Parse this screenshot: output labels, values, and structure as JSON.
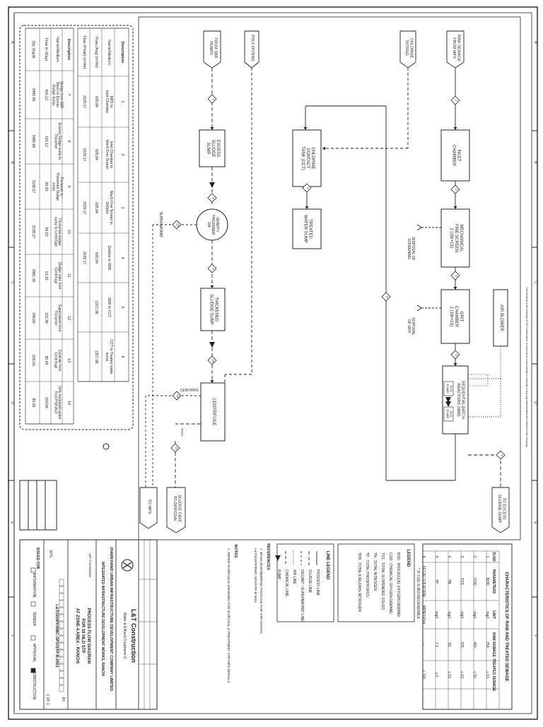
{
  "feed_labels": {
    "from_sbr_pumps": [
      "FROM SBR",
      "PUMPS"
    ],
    "poly_dosing": [
      "POLY DOSING"
    ],
    "chlorine_dosing": [
      "CHLORINE",
      "DOSING"
    ],
    "raw_sewage": [
      "RAW SEWAGE",
      "FROM MPS"
    ]
  },
  "process_units": {
    "inlet_chamber": [
      "INLET",
      "CHAMBER"
    ],
    "fine_screen": [
      "MECHANICAL",
      "FINE SCREEN",
      "2 (1W+1S)"
    ],
    "grit_chamber": [
      "GRIT",
      "CHAMBER",
      "2 (1W+1S)"
    ],
    "sbr": [
      "SEQUENTIAL BATCH",
      "REACTORS (SBR)"
    ],
    "ras_pump": [
      "RAS",
      "PUMP"
    ],
    "sas_pump": [
      "SAS",
      "PUMP"
    ],
    "cct": [
      "CHLORINE",
      "CONTACT",
      "TANK (CCT)"
    ],
    "treated_water_sump": [
      "TREATED",
      "WATER SUMP"
    ],
    "excess_sludge_sump": [
      "EXCESS",
      "SLUDGE",
      "SUMP"
    ],
    "gravity_thickener": [
      "GRAVITY",
      "THICKENER",
      "1W"
    ],
    "thickened_sludge_sump": [
      "THICKENED",
      "SLUDGE SUMP"
    ],
    "centrifuge": [
      "CENTRIFUGE"
    ]
  },
  "side_labels": {
    "air_blower": "AIR BLOWER",
    "screening": [
      "DISPOSAL OF",
      "SCREENING"
    ],
    "grit": [
      "DISPOSAL",
      "OF GRIT"
    ],
    "supernatant": "SUPERNATANT",
    "centrate": "CENTRATE",
    "to_mps": "TO MPS",
    "sludge_cake": [
      "SLUDGE CAKE",
      "TO DISPOSAL"
    ],
    "to_excess_sludge_sump": [
      "TO EXCESS",
      "SLUDGE SUMP"
    ],
    "poly_short": "POLY"
  },
  "stream_numbers": [
    "1",
    "2",
    "3",
    "4",
    "5",
    "6",
    "7",
    "8",
    "9",
    "10",
    "11",
    "12",
    "13",
    "14"
  ],
  "stream_table": {
    "row_labels_a": [
      "Description",
      "Name/Medium",
      "Flow (Avg) (m³/hr)",
      "Flow (Peak) (m³/hr)"
    ],
    "row_labels_b": [
      "Description",
      "Name/Medium",
      "Flow in (Day)",
      "Qty (Kg/d)"
    ],
    "streams_a": [
      {
        "no": "1",
        "desc": [
          "MPS to",
          "Inlet Chamber"
        ],
        "avg": "695.84",
        "peak": "1529.17"
      },
      {
        "no": "2",
        "desc": [
          "Inlet Chamber to",
          "Mech Fine Screen"
        ],
        "avg": "695.84",
        "peak": "1529.17"
      },
      {
        "no": "3",
        "desc": [
          "Mech Fine Screen to",
          "Detritor"
        ],
        "avg": "695.84",
        "peak": "1529.17"
      },
      {
        "no": "4",
        "desc": [
          "Detritor to SBR"
        ],
        "avg": "695.84",
        "peak": "1529.17"
      },
      {
        "no": "5",
        "desc": [
          "SBR to CCT"
        ],
        "avg": "1357.08",
        "peak": ""
      },
      {
        "no": "6",
        "desc": [
          "CCT to Treated water",
          "sump"
        ],
        "avg": "1357.08",
        "peak": ""
      }
    ],
    "streams_b": [
      {
        "no": "7",
        "desc": [
          "Sludge from SBR",
          "Basin to Excess",
          "Sludge Sump"
        ],
        "flow": "415.12",
        "qty": "3485.96"
      },
      {
        "no": "8",
        "desc": [
          "Excess Sludge sump to",
          "Thickener"
        ],
        "flow": "415.12",
        "qty": "3485.96"
      },
      {
        "no": "9",
        "desc": [
          "Thickener to",
          "Thickened Sludge",
          "sump"
        ],
        "flow": "99.63",
        "qty": "3138.27"
      },
      {
        "no": "10",
        "desc": [
          "Thickened sludge",
          "sump to Centrifuge"
        ],
        "flow": "99.63",
        "qty": "3138.27"
      },
      {
        "no": "11",
        "desc": [
          "Sludge cake from",
          "Centrifuge"
        ],
        "flow": "14.20",
        "qty": "2981.36"
      },
      {
        "no": "12",
        "desc": [
          "Supernatant from",
          "Thickener"
        ],
        "flow": "315.49",
        "qty": "348.69"
      },
      {
        "no": "13",
        "desc": [
          "Centrate from",
          "Centrifuge"
        ],
        "flow": "85.43",
        "qty": "156.91"
      },
      {
        "no": "14",
        "desc": [
          "Dirty backwash water",
          "from PSF/ACF"
        ],
        "flow": "293.84",
        "qty": "80.00"
      }
    ]
  },
  "characteristics": {
    "title": "CHARACTERISTICS OF RAW AND TREATED SEWAGE",
    "headers": [
      "SI.NO",
      "PARAMETERS",
      "UNIT",
      "RAW SEWAGE",
      "TREATED SEWAGE"
    ],
    "rows": [
      [
        "1",
        "BOD",
        "mg/l",
        "250",
        "≤ 10"
      ],
      [
        "2",
        "COD",
        "mg/l",
        "450",
        "≤ 50"
      ],
      [
        "3",
        "TSS",
        "mg/l",
        "375",
        "≤ 10"
      ],
      [
        "4",
        "TN",
        "mg/l",
        "50",
        "≤ 10"
      ],
      [
        "5",
        "TP",
        "mg/l",
        "7.1",
        "≤ 2"
      ],
      [
        "6",
        "FECAL COLIFORM",
        "MPN/100ml",
        "–",
        "≤ 100"
      ]
    ],
    "note": "* IF COD IS BIO-DEGRADABLE"
  },
  "legend": {
    "title": "LEGEND",
    "items": [
      "BOD : BIOLOGICAL OXYGEN DEMAND",
      "COD : CHEMICAL OXYGEN DEMAND",
      "TSS : TOTAL SUSPENDED SOLIDS",
      "TN  : TOTAL NITROGEN",
      "TP  : TOTAL PHOSPHORUS",
      "TKN : TOTAL KJELDAHL NITROGEN"
    ]
  },
  "line_legend": {
    "title": "LINE LEGEND",
    "items": [
      "PROCESS LINE",
      "SLUDGE LINE",
      "DECANT / SUPERNATANT LINE",
      "AIR LINE",
      "CHEMICAL LINE",
      "PUMP"
    ]
  },
  "references": {
    "title": "REFERENCES",
    "items": [
      "1. BASIC ENGINEERING PACKAGE FOR STP-CHUTIA,",
      "   L&T/SD/IPF/RMC-SPO/STP-B-0001"
    ]
  },
  "notes": {
    "title": "NOTES",
    "items": [
      "1. REFER HYDRAULIC DRAWING FOR DISPOSAL & TREATMENT STP+SPS DETAILS."
    ]
  },
  "title_block": {
    "company": "L&T Construction",
    "division": "Water & Effluent Treatment IC",
    "client": "JHARKHAND URBAN INFRASTRUCTURE DEVELOPMENT COMPANY LIMITED",
    "project": "INTEGRATED INFRASTRUCTURE DEVELOPMENT WORKS, RANCHI",
    "title": [
      "PROCESS FLOW DIAGRAM",
      "FOR 16 MLD STP",
      "AT ZONE-4 AREA - RANCHI"
    ],
    "drawing_no": "L&T/SD/IPF/RMC-SPO/STP-B-0001",
    "sheet": "1 OF 1",
    "scale": "NTS",
    "status_options": [
      "INFORMATION",
      "TENDER",
      "APPROVAL",
      "CONSTRUCTION"
    ],
    "revision": "R0",
    "status_label": "ISSUED FOR",
    "disclaimer": "This drawing is the property of L&T Construction. It must not be used directly or indirectly in any way detrimental to the interest of the company."
  },
  "border_letters": [
    "A",
    "B",
    "C",
    "D",
    "E",
    "F"
  ],
  "colors": {
    "line": "#222222",
    "paper": "#ffffff",
    "grey": "#8a8a8a"
  }
}
